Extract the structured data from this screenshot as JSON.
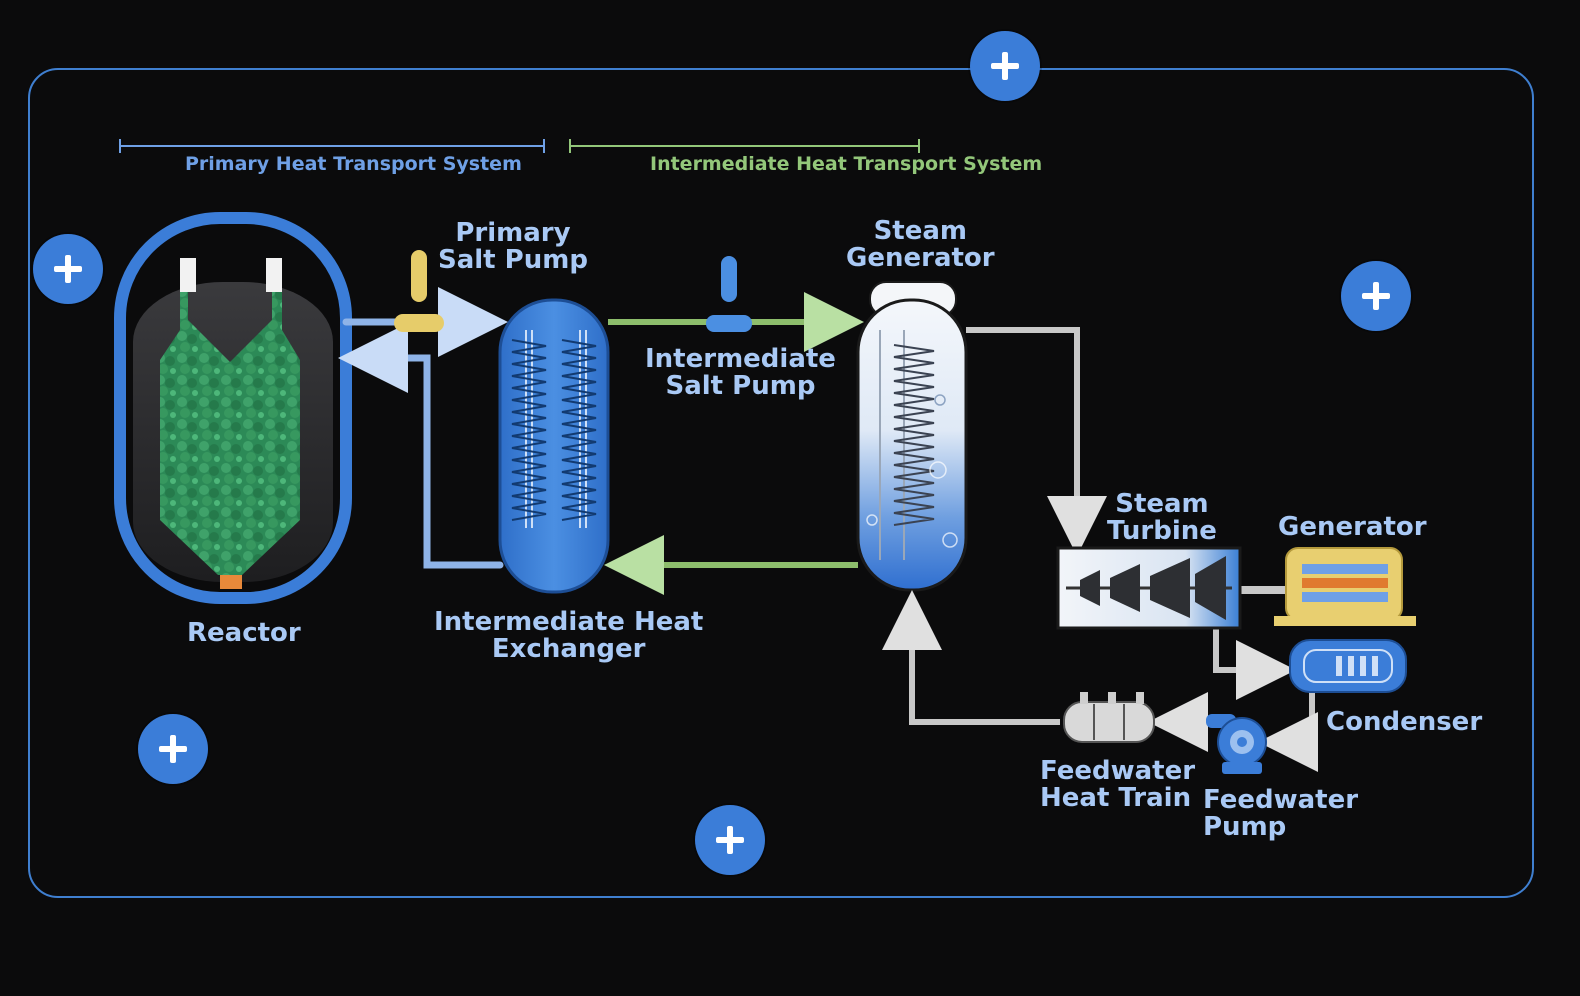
{
  "systems": {
    "primary": "Primary Heat Transport System",
    "intermediate_line1": "Intermediate Heat",
    "intermediate_line2": "Transport System"
  },
  "labels": {
    "reactor": "Reactor",
    "primary_pump_1": "Primary",
    "primary_pump_2": "Salt Pump",
    "ihx_1": "Intermediate Heat",
    "ihx_2": "Exchanger",
    "int_pump_1": "Intermediate",
    "int_pump_2": "Salt Pump",
    "steam_gen_1": "Steam",
    "steam_gen_2": "Generator",
    "turbine_1": "Steam",
    "turbine_2": "Turbine",
    "generator": "Generator",
    "condenser": "Condenser",
    "fw_heat_1": "Feedwater",
    "fw_heat_2": "Heat Train",
    "fw_pump_1": "Feedwater",
    "fw_pump_2": "Pump"
  },
  "hotspots": [
    "top",
    "left",
    "right",
    "bottom-left",
    "bottom-center"
  ],
  "colors": {
    "frame": "#3f7fd0",
    "hotspot": "#3b7dd8",
    "primary_loop": "#6fa0e6",
    "intermediate_loop": "#93c77a",
    "salt_blue": "#3a7fd5",
    "fuel_green": "#2f8a55",
    "generator_yellow": "#e8cf70"
  }
}
